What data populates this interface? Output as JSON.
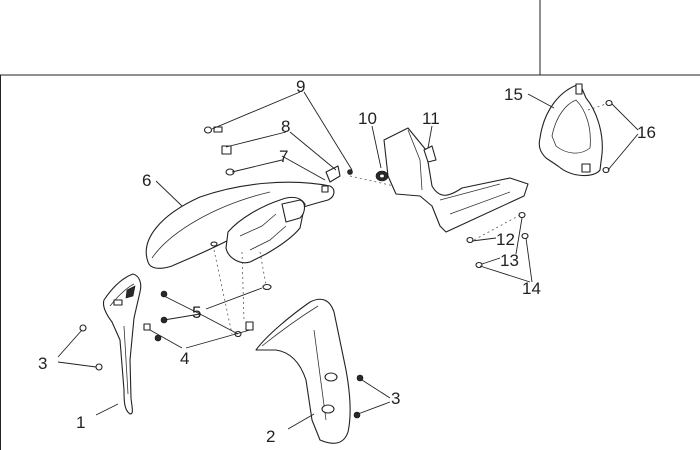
{
  "callouts": [
    {
      "id": "c1",
      "label": "1"
    },
    {
      "id": "c2",
      "label": "2"
    },
    {
      "id": "c3a",
      "label": "3"
    },
    {
      "id": "c3b",
      "label": "3"
    },
    {
      "id": "c4",
      "label": "4"
    },
    {
      "id": "c5",
      "label": "5"
    },
    {
      "id": "c6",
      "label": "6"
    },
    {
      "id": "c7",
      "label": "7"
    },
    {
      "id": "c8",
      "label": "8"
    },
    {
      "id": "c9",
      "label": "9"
    },
    {
      "id": "c10",
      "label": "10"
    },
    {
      "id": "c11",
      "label": "11"
    },
    {
      "id": "c12",
      "label": "12"
    },
    {
      "id": "c13",
      "label": "13"
    },
    {
      "id": "c14",
      "label": "14"
    },
    {
      "id": "c15",
      "label": "15"
    },
    {
      "id": "c16",
      "label": "16"
    }
  ]
}
